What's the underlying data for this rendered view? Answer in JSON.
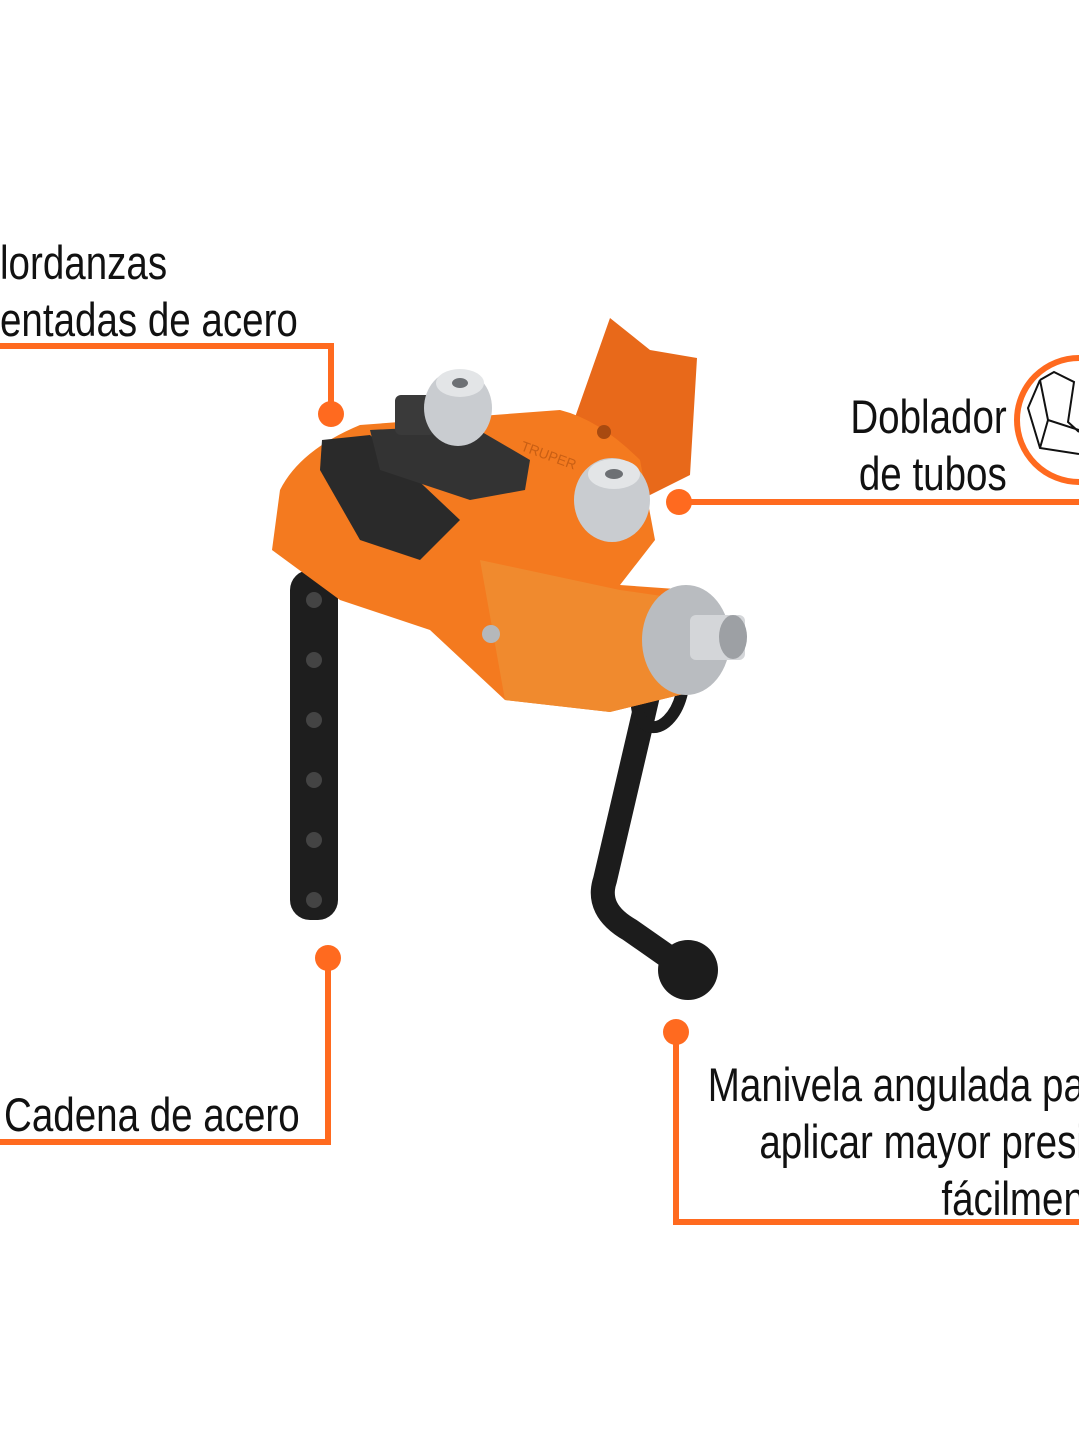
{
  "callouts": [
    {
      "id": "mordazas",
      "lines": [
        "lordanzas",
        "entadas de acero"
      ]
    },
    {
      "id": "doblador",
      "lines": [
        "Doblador",
        "de tubos"
      ]
    },
    {
      "id": "cadena",
      "lines": [
        "Cadena de acero"
      ]
    },
    {
      "id": "manivela",
      "lines": [
        "Manivela angulada pa",
        "aplicar mayor presi",
        "fácilmen"
      ]
    }
  ],
  "product": {
    "brand_mark": "TRUPER"
  },
  "colors": {
    "accent": "#ff6a1f",
    "body": "#f47a1f",
    "iron": "#222222",
    "steel": "#c9ccd0",
    "text": "#111111"
  },
  "icons": [
    "pipe-bender-icon"
  ]
}
